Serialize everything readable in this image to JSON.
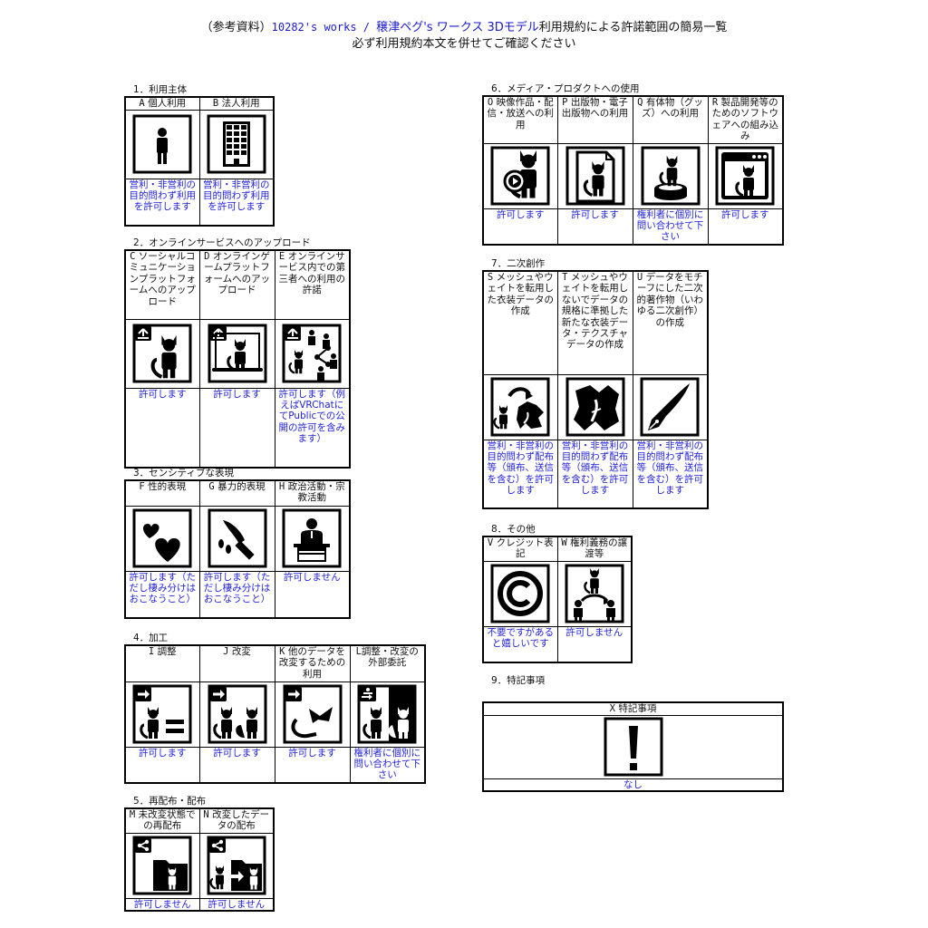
{
  "title": {
    "line1_prefix": "（参考資料）",
    "line1_brand": "10282's works / ",
    "line1_brand2": "穣津ペグ's ワークス 3Dモデル",
    "line1_suffix": "利用規約による許諾範囲の簡易一覧",
    "line2": "必ず利用規約本文を併せてご確認ください"
  },
  "colors": {
    "permission_text": "#2222dd",
    "border": "#000000",
    "icon": "#000000"
  },
  "sections": [
    {
      "id": "s1",
      "label": "1．利用主体",
      "items": [
        {
          "code": "A",
          "name": "個人利用",
          "icon": "person-icon",
          "text": "営利・非営利の目的問わず利用を許可します"
        },
        {
          "code": "B",
          "name": "法人利用",
          "icon": "building-icon",
          "text": "営利・非営利の目的問わず利用を許可します"
        }
      ]
    },
    {
      "id": "s2",
      "label": "2．オンラインサービスへのアップロード",
      "items": [
        {
          "code": "C",
          "name": "ソーシャルコミュニケーションプラットフォームへのアップロード",
          "icon": "upload-social-icon",
          "text": "許可します"
        },
        {
          "code": "D",
          "name": "オンラインゲームプラットフォームへのアップロード",
          "icon": "upload-game-icon",
          "text": "許可します"
        },
        {
          "code": "E",
          "name": "オンラインサービス内での第三者への利用の許諾",
          "icon": "share-third-party-icon",
          "text": "許可します（例えばVRChatにてPublicでの公開の許可を含みます）"
        }
      ]
    },
    {
      "id": "s3",
      "label": "3．センシティブな表現",
      "items": [
        {
          "code": "F",
          "name": "性的表現",
          "icon": "hearts-icon",
          "text": "許可します（ただし棲み分けはおこなうこと）"
        },
        {
          "code": "G",
          "name": "暴力的表現",
          "icon": "knife-icon",
          "text": "許可します（ただし棲み分けはおこなうこと）"
        },
        {
          "code": "H",
          "name": "政治活動・宗教活動",
          "icon": "podium-icon",
          "text": "許可しません"
        }
      ]
    },
    {
      "id": "s4",
      "label": "4．加工",
      "items": [
        {
          "code": "I",
          "name": "調整",
          "icon": "adjust-icon",
          "text": "許可します"
        },
        {
          "code": "J",
          "name": "改変",
          "icon": "modify-icon",
          "text": "許可します"
        },
        {
          "code": "K",
          "name": "他のデータを改変するための利用",
          "icon": "parts-reuse-icon",
          "text": "許可します"
        },
        {
          "code": "L",
          "name": "調整・改変の外部委託",
          "icon": "outsource-icon",
          "text": "権利者に個別に問い合わせて下さい"
        }
      ]
    },
    {
      "id": "s5",
      "label": "5．再配布・配布",
      "items": [
        {
          "code": "M",
          "name": "未改変状態での再配布",
          "icon": "redistribute-icon",
          "text": "許可しません"
        },
        {
          "code": "N",
          "name": "改変したデータの配布",
          "icon": "distribute-modified-icon",
          "text": "許可しません"
        }
      ]
    },
    {
      "id": "s6",
      "label": "6．メディア・プロダクトへの使用",
      "items": [
        {
          "code": "O",
          "name": "映像作品・配信・放送への利用",
          "icon": "video-icon",
          "text": "許可します"
        },
        {
          "code": "P",
          "name": "出版物・電子出版物への利用",
          "icon": "publication-icon",
          "text": "許可します"
        },
        {
          "code": "Q",
          "name": "有体物（グッズ）への利用",
          "icon": "figure-goods-icon",
          "text": "権利者に個別に問い合わせて下さい"
        },
        {
          "code": "R",
          "name": "製品開発等のためのソフトウェアへの組み込み",
          "icon": "software-window-icon",
          "text": "許可します"
        }
      ]
    },
    {
      "id": "s7",
      "label": "7．二次創作",
      "items": [
        {
          "code": "S",
          "name": "メッシュやウェイトを転用した衣装データの作成",
          "icon": "clothing-convert-icon",
          "text": "営利・非営利の目的問わず配布等（頒布、送信を含む）を許可します"
        },
        {
          "code": "T",
          "name": "メッシュやウェイトを転用しないでデータの規格に準拠した新たな衣装データ・テクスチャデータの作成",
          "icon": "clothing-icon",
          "text": "営利・非営利の目的問わず配布等（頒布、送信を含む）を許可します"
        },
        {
          "code": "U",
          "name": "データをモチーフにした二次的著作物（いわゆる二次創作）の作成",
          "icon": "pen-icon",
          "text": "営利・非営利の目的問わず配布等（頒布、送信を含む）を許可します"
        }
      ]
    },
    {
      "id": "s8",
      "label": "8．その他",
      "items": [
        {
          "code": "V",
          "name": "クレジット表記",
          "icon": "copyright-icon",
          "text": "不要ですがあると嬉しいです"
        },
        {
          "code": "W",
          "name": "権利義務の譲渡等",
          "icon": "transfer-rights-icon",
          "text": "許可しません"
        }
      ]
    },
    {
      "id": "s9",
      "label": "9．特記事項",
      "items": [
        {
          "code": "X",
          "name": "特記事項",
          "icon": "exclamation-icon",
          "text": "なし"
        }
      ]
    }
  ]
}
